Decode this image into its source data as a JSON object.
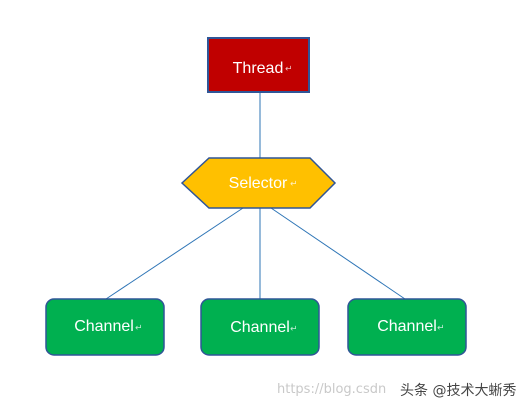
{
  "diagram": {
    "thread": {
      "label": "Thread",
      "fill": "#c00000",
      "stroke": "#2f5597"
    },
    "selector": {
      "label": "Selector",
      "fill": "#ffc000",
      "stroke": "#2f5597"
    },
    "channels": [
      {
        "label": "Channel"
      },
      {
        "label": "Channel"
      },
      {
        "label": "Channel"
      }
    ],
    "channel_fill": "#00b050",
    "channel_stroke": "#2f5597",
    "connector_color": "#2e75b6",
    "paragraph_mark": "↵"
  },
  "footer": {
    "watermark": "https://blog.csdn",
    "byline": "头条 @技术大蜥秀"
  }
}
